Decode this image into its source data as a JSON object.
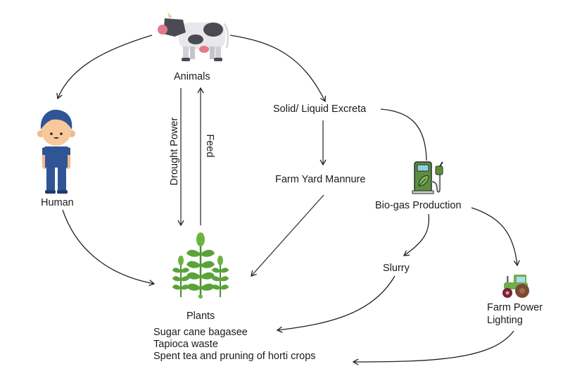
{
  "nodes": {
    "animals": {
      "label": "Animals",
      "icon": "cow-icon"
    },
    "human": {
      "label": "Human",
      "icon": "person-icon"
    },
    "plants": {
      "label": "Plants",
      "icon": "plant-icon"
    },
    "excreta": {
      "label": "Solid/ Liquid Excreta"
    },
    "manure": {
      "label": "Farm Yard Mannure"
    },
    "biogas": {
      "label": "Bio-gas Production",
      "icon": "biogas-pump-icon"
    },
    "slurry": {
      "label": "Slurry"
    },
    "farm_power": {
      "label_line1": "Farm Power",
      "label_line2": "Lighting",
      "icon": "tractor-icon"
    }
  },
  "edges": {
    "drought_power": "Drought Power",
    "feed": "Feed"
  },
  "plant_products": [
    "Sugar cane bagasee",
    "Tapioca waste",
    "Spent tea and pruning of horti crops"
  ],
  "colors": {
    "arrow": "#222222",
    "plant_green": "#5aa33a",
    "human_blue": "#2f5597",
    "pump_green": "#5c8f3c",
    "cow_gray": "#4a4a52"
  }
}
